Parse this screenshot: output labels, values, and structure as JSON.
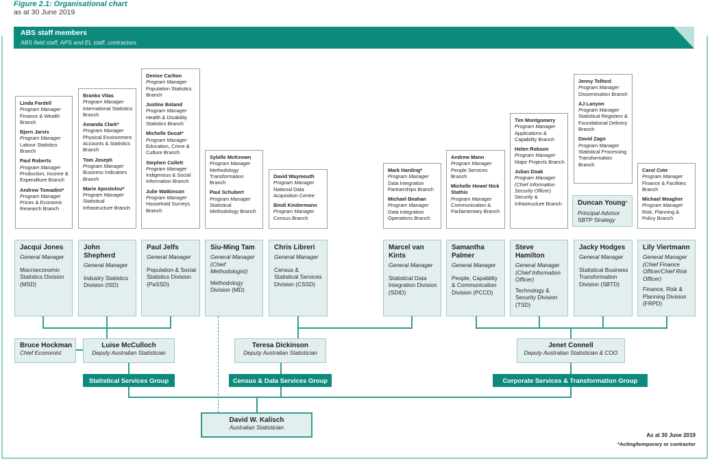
{
  "figure": {
    "title": "Figure 2.1: Organisational chart",
    "subtitle": "as at 30 June 2019"
  },
  "staff": {
    "title": "ABS staff members",
    "subtitle": "ABS field staff, APS and EL staff, contractors"
  },
  "branches": [
    [
      {
        "name": "Linda Fardell",
        "role": "Program Manager",
        "unit": "Finance & Wealth Branch"
      },
      {
        "name": "Bjorn Jarvis",
        "role": "Program Manager",
        "unit": "Labour Statistics Branch"
      },
      {
        "name": "Paul Roberts",
        "role": "Program Manager",
        "unit": "Production, Income & Expenditure Branch"
      },
      {
        "name": "Andrew Tomadini*",
        "role": "Program Manager",
        "unit": "Prices & Economic Research Branch"
      }
    ],
    [
      {
        "name": "Branko Vitas",
        "role": "Program Manager",
        "unit": "International Statistics Branch"
      },
      {
        "name": "Amanda Clark*",
        "role": "Program Manager",
        "unit": "Physical Environment Accounts & Statistics Branch"
      },
      {
        "name": "Tom Joseph",
        "role": "Program Manager",
        "unit": "Business Indicators Branch"
      },
      {
        "name": "Marie Apostolou*",
        "role": "Program Manager",
        "unit": "Statistical Infrastructure Branch"
      }
    ],
    [
      {
        "name": "Denise Carlton",
        "role": "Program Manager",
        "unit": "Population Statistics Branch"
      },
      {
        "name": "Justine Boland",
        "role": "Program Manager",
        "unit": "Health & Disability Statistics Branch"
      },
      {
        "name": "Michelle Ducat*",
        "role": "Program Manager",
        "unit": "Education, Crime & Culture Branch"
      },
      {
        "name": "Stephen Collett",
        "role": "Program Manager",
        "unit": "Indigenous & Social Information Branch"
      },
      {
        "name": "Julie Watkinson",
        "role": "Program Manager",
        "unit": "Household Surveys Branch"
      }
    ],
    [
      {
        "name": "Sybille McKeown",
        "role": "Program Manager",
        "unit": "Methodology Transformation Branch"
      },
      {
        "name": "Paul Schubert",
        "role": "Program Manager",
        "unit": "Statistical Methodology Branch"
      }
    ],
    [
      {
        "name": "David Waymouth",
        "role": "Program Manager",
        "unit": "National Data Acquisition Centre"
      },
      {
        "name": "Bindi Kindermann",
        "role": "Program Manager",
        "unit": "Census Branch"
      }
    ],
    [
      {
        "name": "Mark Harding*",
        "role": "Program Manager",
        "unit": "Data Integration Partnerships Branch"
      },
      {
        "name": "Michael Beahan",
        "role": "Program Manager",
        "unit": "Data Integration Operations Branch"
      }
    ],
    [
      {
        "name": "Andrew Mann",
        "role": "Program Manager",
        "unit": "People Services Branch"
      },
      {
        "name": "Michelle Howe/ Nick Stathis",
        "role": "Program Manager",
        "unit": "Communication & Parliamentary Branch"
      }
    ],
    [
      {
        "name": "Tim Montgomery",
        "role": "Program Manager",
        "unit": "Applications & Capability Branch"
      },
      {
        "name": "Helen Robson",
        "role": "Program Manager",
        "unit": "Major Projects Branch"
      },
      {
        "name": "Julian Doak",
        "role": "Program Manager (Chief Information Security Officer)",
        "unit": "Security & Infrastructure Branch"
      }
    ],
    [
      {
        "name": "Jenny Telford",
        "role": "Program Manager",
        "unit": "Dissemination Branch"
      },
      {
        "name": "AJ Lanyon",
        "role": "Program Manager",
        "unit": "Statistical Registers & Foundational Delivery Branch"
      },
      {
        "name": "David Zago",
        "role": "Program Manager",
        "unit": "Statistical Processing Transformation Branch"
      }
    ],
    [
      {
        "name": "Carol Cote",
        "role": "Program Manager",
        "unit": "Finance & Facilities Branch"
      },
      {
        "name": "Michael Meagher",
        "role": "Program Manager",
        "unit": "Risk, Planning & Policy Branch"
      }
    ]
  ],
  "advisor": {
    "name": "Duncan Young",
    "star": "*",
    "role": "Principal Advisor",
    "unit": "SBTP Strategy"
  },
  "divisions": [
    {
      "name": "Jacqui Jones",
      "role": "General Manager",
      "note": "",
      "unit": "Macroeconomic Statistics Division (MSD)"
    },
    {
      "name": "John Shepherd",
      "role": "General Manager",
      "note": "",
      "unit": "Industry Statistics Division (ISD)"
    },
    {
      "name": "Paul Jelfs",
      "role": "General Manager",
      "note": "",
      "unit": "Population & Social Statistics Division (PaSSD)"
    },
    {
      "name": "Siu-Ming Tam",
      "role": "General Manager",
      "note": "(Chief Methodologist)",
      "unit": "Methodology Division (MD)"
    },
    {
      "name": "Chris Libreri",
      "role": "General Manager",
      "note": "",
      "unit": "Census & Statistical Services Division (CSSD)"
    },
    {
      "name": "Marcel van Kints",
      "role": "General Manager",
      "note": "",
      "unit": "Statistical Data Integration Division (SDID)"
    },
    {
      "name": "Samantha Palmer",
      "role": "General Manager",
      "note": "",
      "unit": "People, Capability & Communication Division (PCCD)"
    },
    {
      "name": "Steve Hamilton",
      "role": "General Manager (Chief Information Officer)",
      "note": "",
      "unit": "Technology & Security Division (TSD)"
    },
    {
      "name": "Jacky Hodges",
      "role": "General Manager",
      "note": "",
      "unit": "Statistical Business Transformation Division (SBTD)"
    },
    {
      "name": "Lily Viertmann",
      "role": "General Manager (Chief Finance Officer/Chief Risk Officer)",
      "note": "",
      "unit": "Finance, Risk & Planning Division (FRPD)"
    }
  ],
  "deputies": [
    {
      "name": "Bruce Hockman",
      "role": "Chief Economist"
    },
    {
      "name": "Luise McCulloch",
      "role": "Deputy Australian Statistician"
    },
    {
      "name": "Teresa Dickinson",
      "role": "Deputy Australian Statistician"
    },
    {
      "name": "Jenet Connell",
      "role": "Deputy Australian Statistician & COO"
    }
  ],
  "groups": [
    "Statistical Services Group",
    "Census & Data Services Group",
    "Corporate Services & Transformation Group"
  ],
  "head": {
    "name": "David W. Kalisch",
    "role": "Australian Statistician"
  },
  "notes": {
    "as_at": "As at 30 June 2019",
    "acting": "*Acting/temporary or contractor"
  },
  "colors": {
    "teal": "#0e8a7d",
    "light_teal": "#e3efee",
    "frame": "#8ccfc6"
  }
}
